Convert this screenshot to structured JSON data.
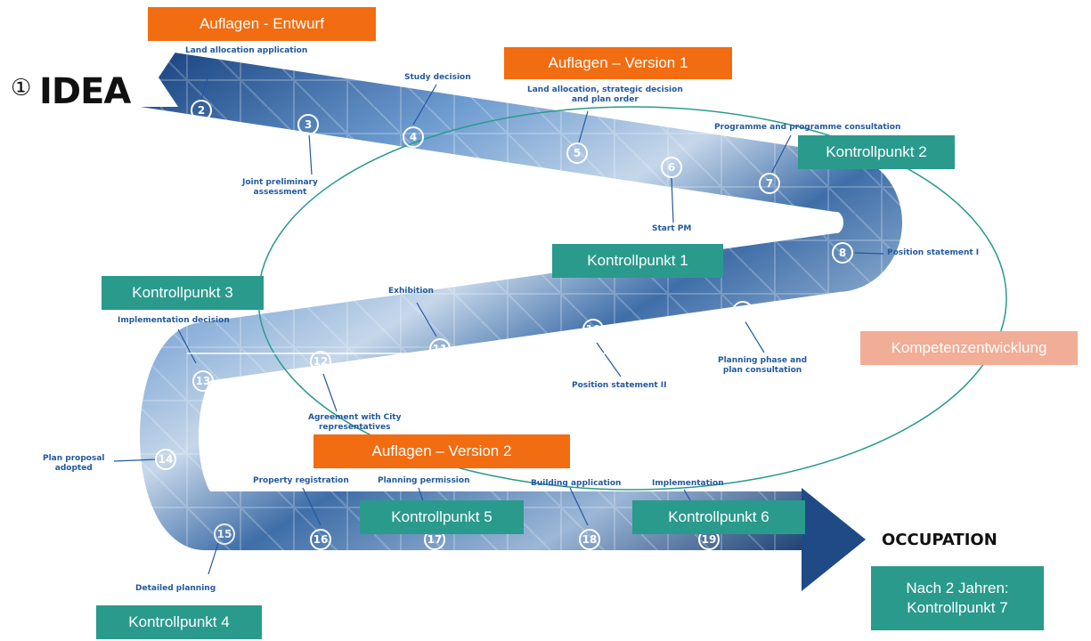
{
  "start_label": {
    "marker": "①",
    "title": "IDEA"
  },
  "end_label": "OCCUPATION",
  "steps": [
    {
      "n": "2",
      "label": "Land allocation application"
    },
    {
      "n": "3",
      "label": "Joint preliminary\nassessment"
    },
    {
      "n": "4",
      "label": "Study decision"
    },
    {
      "n": "5",
      "label": "Land allocation, strategic decision\nand plan order"
    },
    {
      "n": "6",
      "label": "Start PM"
    },
    {
      "n": "7",
      "label": "Programme and programme consultation"
    },
    {
      "n": "8",
      "label": "Position statement I"
    },
    {
      "n": "9",
      "label": "Planning phase and\nplan consultation"
    },
    {
      "n": "10",
      "label": "Position statement II"
    },
    {
      "n": "11",
      "label": "Exhibition"
    },
    {
      "n": "12",
      "label": "Agreement with City\nrepresentatives"
    },
    {
      "n": "13",
      "label": "Implementation decision"
    },
    {
      "n": "14",
      "label": "Plan proposal\nadopted"
    },
    {
      "n": "15",
      "label": "Detailed planning"
    },
    {
      "n": "16",
      "label": "Property registration"
    },
    {
      "n": "17",
      "label": "Planning permission"
    },
    {
      "n": "18",
      "label": "Building application"
    },
    {
      "n": "19",
      "label": "Implementation"
    }
  ],
  "callouts": {
    "auflagen_entwurf": "Auflagen - Entwurf",
    "auflagen_v1": "Auflagen – Version 1",
    "auflagen_v2": "Auflagen – Version 2",
    "kp1": "Kontrollpunkt 1",
    "kp2": "Kontrollpunkt 2",
    "kp3": "Kontrollpunkt 3",
    "kp4": "Kontrollpunkt 4",
    "kp5": "Kontrollpunkt 5",
    "kp6": "Kontrollpunkt 6",
    "kp7": "Nach 2 Jahren:\nKontrollpunkt 7",
    "kompetenz": "Kompetenzentwicklung"
  },
  "colors": {
    "orange": "#f26c11",
    "teal": "#2a9a8d",
    "peach": "#f1ad95",
    "label_blue": "#23589f",
    "ellipse": "#2a9a8d"
  }
}
